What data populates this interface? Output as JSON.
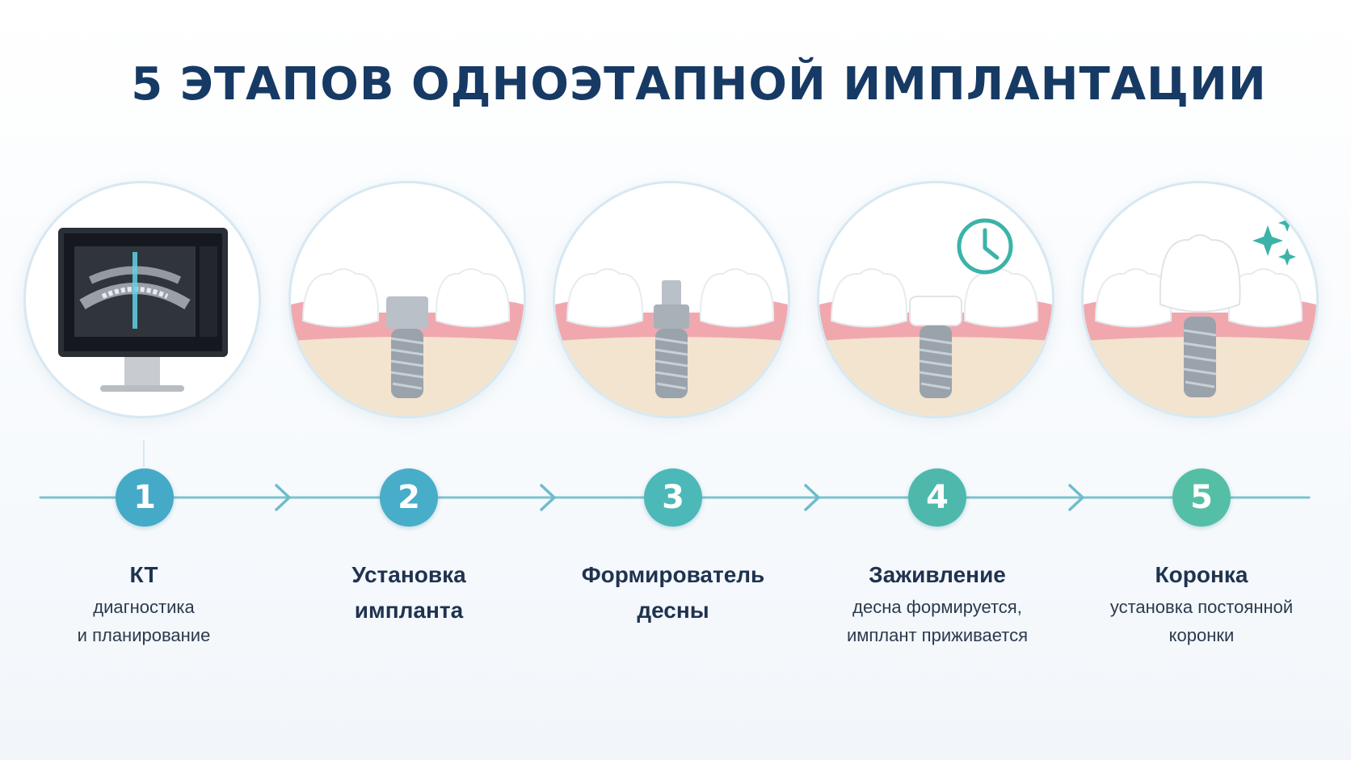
{
  "title": "5 ЭТАПОВ ОДНОЭТАПНОЙ ИМПЛАНТАЦИИ",
  "colors": {
    "title": "#163a64",
    "line": "#7cc3cf",
    "num1": "#45a9c8",
    "num2": "#48adc8",
    "num3": "#4db8b8",
    "num4": "#4fb8ac",
    "num5": "#55bfa6",
    "gum": "#f0a8ae",
    "bone": "#f3e4cf",
    "tooth": "#ffffff"
  },
  "stages": [
    {
      "number": "1",
      "icon": "ct-monitor-icon",
      "head": [
        "КТ"
      ],
      "sub": [
        "диагностика",
        "и планирование"
      ]
    },
    {
      "number": "2",
      "icon": "implant-icon",
      "head": [
        "Установка",
        "импланта"
      ],
      "sub": []
    },
    {
      "number": "3",
      "icon": "healing-abutment-icon",
      "head": [
        "Формирователь",
        "десны"
      ],
      "sub": []
    },
    {
      "number": "4",
      "icon": "healing-implant-icon",
      "extra_icon": "clock-icon",
      "head": [
        "Заживление"
      ],
      "sub": [
        "десна формируется,",
        "имплант приживается"
      ]
    },
    {
      "number": "5",
      "icon": "crown-icon",
      "extra_icon": "sparkle-icon",
      "head": [
        "Коронка"
      ],
      "sub": [
        "установка постоянной",
        "коронки"
      ]
    }
  ]
}
